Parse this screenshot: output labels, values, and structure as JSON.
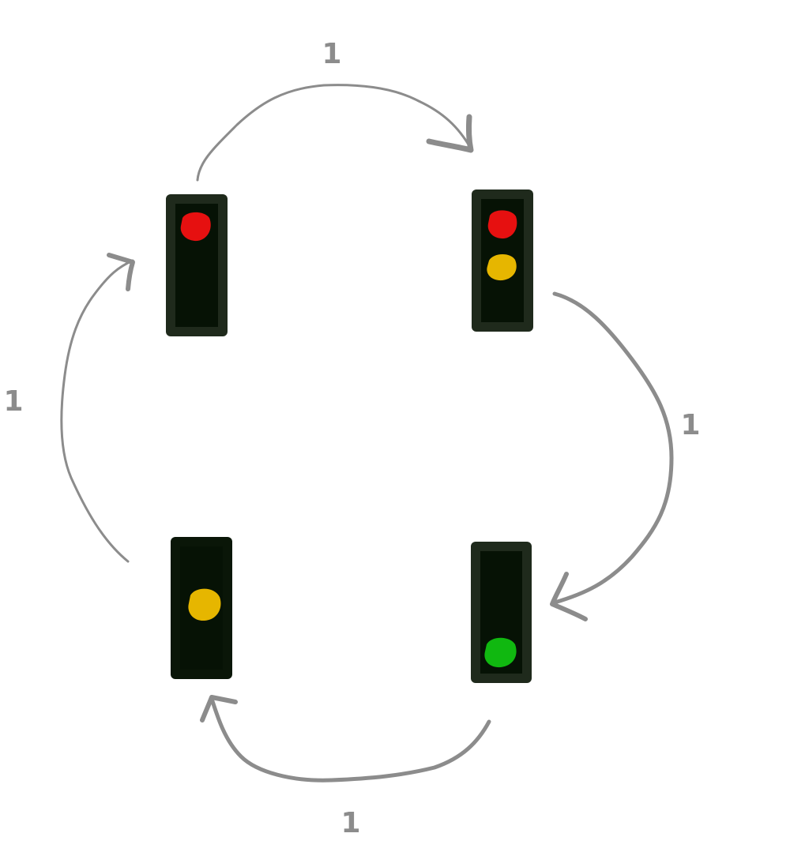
{
  "colors": {
    "housing": "#1f2a1c",
    "housing_dark": "#0a1608",
    "panel": "#061205",
    "red": "#e61010",
    "amber": "#e6b600",
    "green": "#10b810",
    "arrow": "#8c8c8c"
  },
  "states": [
    {
      "id": "red",
      "lamps": [
        "red"
      ]
    },
    {
      "id": "red-amber",
      "lamps": [
        "red",
        "amber"
      ]
    },
    {
      "id": "green",
      "lamps": [
        "green"
      ]
    },
    {
      "id": "amber",
      "lamps": [
        "amber"
      ]
    }
  ],
  "transitions": [
    {
      "from": "red",
      "to": "red-amber",
      "label": "1"
    },
    {
      "from": "red-amber",
      "to": "green",
      "label": "1"
    },
    {
      "from": "green",
      "to": "amber",
      "label": "1"
    },
    {
      "from": "amber",
      "to": "red",
      "label": "1"
    }
  ]
}
